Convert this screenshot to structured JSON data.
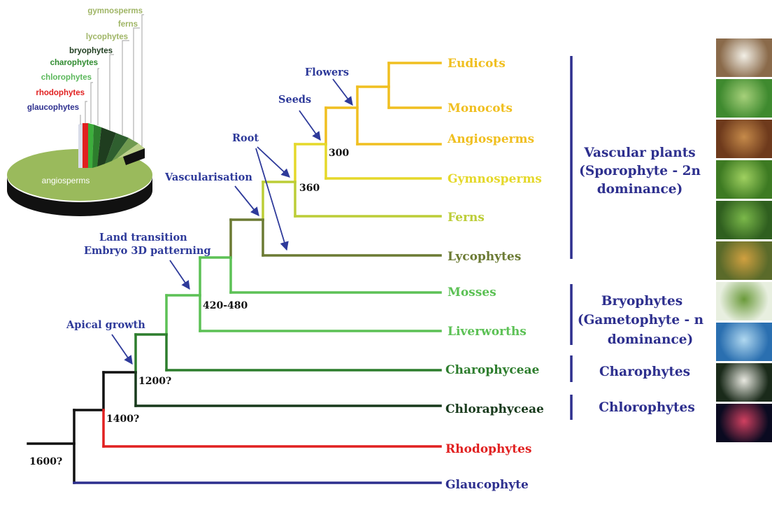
{
  "colors": {
    "black": "#111111",
    "dark_green": "#183a1c",
    "green": "#2d7d2d",
    "light_green": "#5cc155",
    "olive": "#6b7a33",
    "yellow_green": "#bccd37",
    "yellow": "#e5d82a",
    "gold": "#f0bf20",
    "red": "#e12020",
    "blue": "#2d2f8e",
    "annotation": "#2e3a9a"
  },
  "taxa": [
    {
      "label": "Eudicots",
      "color": "#f0bf20"
    },
    {
      "label": "Monocots",
      "color": "#f0bf20"
    },
    {
      "label": "Angiosperms",
      "color": "#f0bf20"
    },
    {
      "label": "Gymnosperms",
      "color": "#e5d82a"
    },
    {
      "label": "Ferns",
      "color": "#bccd37"
    },
    {
      "label": "Lycophytes",
      "color": "#6b7a33"
    },
    {
      "label": "Mosses",
      "color": "#5cc155"
    },
    {
      "label": "Liverworths",
      "color": "#5cc155"
    },
    {
      "label": "Charophyceae",
      "color": "#2d7d2d"
    },
    {
      "label": "Chloraphyceae",
      "color": "#183a1c"
    },
    {
      "label": "Rhodophytes",
      "color": "#e12020"
    },
    {
      "label": "Glaucophyte",
      "color": "#2d2f8e"
    }
  ],
  "node_ages": {
    "root": "1600?",
    "n1400": "1400?",
    "n1200": "1200?",
    "n420": "420-480",
    "n360": "360",
    "n300": "300"
  },
  "annotations": {
    "flowers": "Flowers",
    "seeds": "Seeds",
    "root": "Root",
    "vascularisation": "Vascularisation",
    "land_1": "Land transition",
    "land_2": "Embryo 3D patterning",
    "apical": "Apical growth"
  },
  "groups": {
    "vascular": [
      "Vascular plants",
      "(Sporophyte - 2n",
      "dominance)"
    ],
    "bryophytes": [
      "Bryophytes",
      "(Gametophyte - n",
      "dominance)"
    ],
    "charophytes": "Charophytes",
    "chlorophytes": "Chlorophytes"
  },
  "pie": {
    "main_label": "angiosperms",
    "labels": [
      {
        "text": "gymnosperms",
        "color": "#9fb565"
      },
      {
        "text": "ferns",
        "color": "#9fb565"
      },
      {
        "text": "lycophytes",
        "color": "#9fb565"
      },
      {
        "text": "bryophytes",
        "color": "#1f3d1f"
      },
      {
        "text": "charophytes",
        "color": "#2e8b2e"
      },
      {
        "text": "chlorophytes",
        "color": "#5cb85c"
      },
      {
        "text": "rhodophytes",
        "color": "#e12020"
      },
      {
        "text": "glaucophytes",
        "color": "#2d2f8e"
      }
    ]
  },
  "photos": [
    {
      "name": "eudicot-flower-photo",
      "colors": [
        "#8a6a4a",
        "#f2efe6"
      ]
    },
    {
      "name": "monocot-grass-photo",
      "colors": [
        "#3f8a2f",
        "#a6d07a"
      ]
    },
    {
      "name": "pine-cone-photo",
      "colors": [
        "#6e3a1c",
        "#c58a4a"
      ]
    },
    {
      "name": "fern-frond-photo",
      "colors": [
        "#3d7a22",
        "#9fd060"
      ]
    },
    {
      "name": "lycophyte-moss-photo",
      "colors": [
        "#2f5f1f",
        "#7bb84a"
      ]
    },
    {
      "name": "moss-sporophyte-photo",
      "colors": [
        "#5a6a2a",
        "#d0a040"
      ]
    },
    {
      "name": "charophyte-photo",
      "colors": [
        "#e8efe0",
        "#6a9a3a"
      ]
    },
    {
      "name": "chlorophyte-cells-photo",
      "colors": [
        "#2a6fb0",
        "#b0d8f0"
      ]
    },
    {
      "name": "rhodophyte-cell-photo",
      "colors": [
        "#1a2a1a",
        "#e8e8e0"
      ]
    },
    {
      "name": "glaucophyte-cell-photo",
      "colors": [
        "#0a0a20",
        "#d04060"
      ]
    }
  ]
}
